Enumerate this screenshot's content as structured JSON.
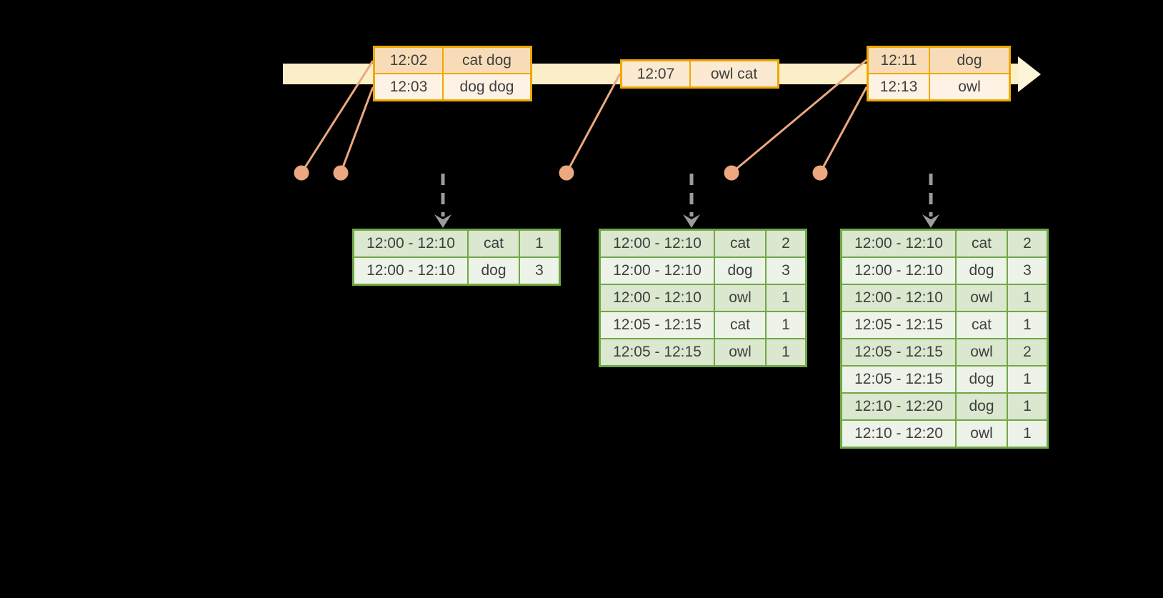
{
  "colors": {
    "background": "#000000",
    "timeline_fill": "#FAEFC9",
    "timeline_head_fill": "#FCF4D8",
    "event_border": "#F0A800",
    "event_row_dark": "#F8DCB8",
    "event_row_medium": "#FBE9D2",
    "event_row_light": "#FDF2E3",
    "connector": "#ECA87E",
    "result_border": "#6FA845",
    "result_row_dark": "#DBE7CE",
    "result_row_light": "#EEF3E9",
    "trigger_arrow": "#9B9B9B",
    "table_text": "#3F3F3F"
  },
  "icons": {
    "timeline_arrow": "right-arrow-band",
    "event_dot": "circle-marker",
    "trigger_arrow": "dashed-down-arrow"
  },
  "event_tables": [
    {
      "rows": [
        {
          "time": "12:02",
          "words": "cat dog"
        },
        {
          "time": "12:03",
          "words": "dog dog"
        }
      ]
    },
    {
      "rows": [
        {
          "time": "12:07",
          "words": "owl cat"
        }
      ]
    },
    {
      "rows": [
        {
          "time": "12:11",
          "words": "dog"
        },
        {
          "time": "12:13",
          "words": "owl"
        }
      ]
    }
  ],
  "result_tables": [
    {
      "rows": [
        {
          "window": "12:00 - 12:10",
          "word": "cat",
          "count": 1
        },
        {
          "window": "12:00 - 12:10",
          "word": "dog",
          "count": 3
        }
      ]
    },
    {
      "rows": [
        {
          "window": "12:00 - 12:10",
          "word": "cat",
          "count": 2
        },
        {
          "window": "12:00 - 12:10",
          "word": "dog",
          "count": 3
        },
        {
          "window": "12:00 - 12:10",
          "word": "owl",
          "count": 1
        },
        {
          "window": "12:05 - 12:15",
          "word": "cat",
          "count": 1
        },
        {
          "window": "12:05 - 12:15",
          "word": "owl",
          "count": 1
        }
      ]
    },
    {
      "rows": [
        {
          "window": "12:00 - 12:10",
          "word": "cat",
          "count": 2
        },
        {
          "window": "12:00 - 12:10",
          "word": "dog",
          "count": 3
        },
        {
          "window": "12:00 - 12:10",
          "word": "owl",
          "count": 1
        },
        {
          "window": "12:05 - 12:15",
          "word": "cat",
          "count": 1
        },
        {
          "window": "12:05 - 12:15",
          "word": "owl",
          "count": 2
        },
        {
          "window": "12:05 - 12:15",
          "word": "dog",
          "count": 1
        },
        {
          "window": "12:10 - 12:20",
          "word": "dog",
          "count": 1
        },
        {
          "window": "12:10 - 12:20",
          "word": "owl",
          "count": 1
        }
      ]
    }
  ]
}
